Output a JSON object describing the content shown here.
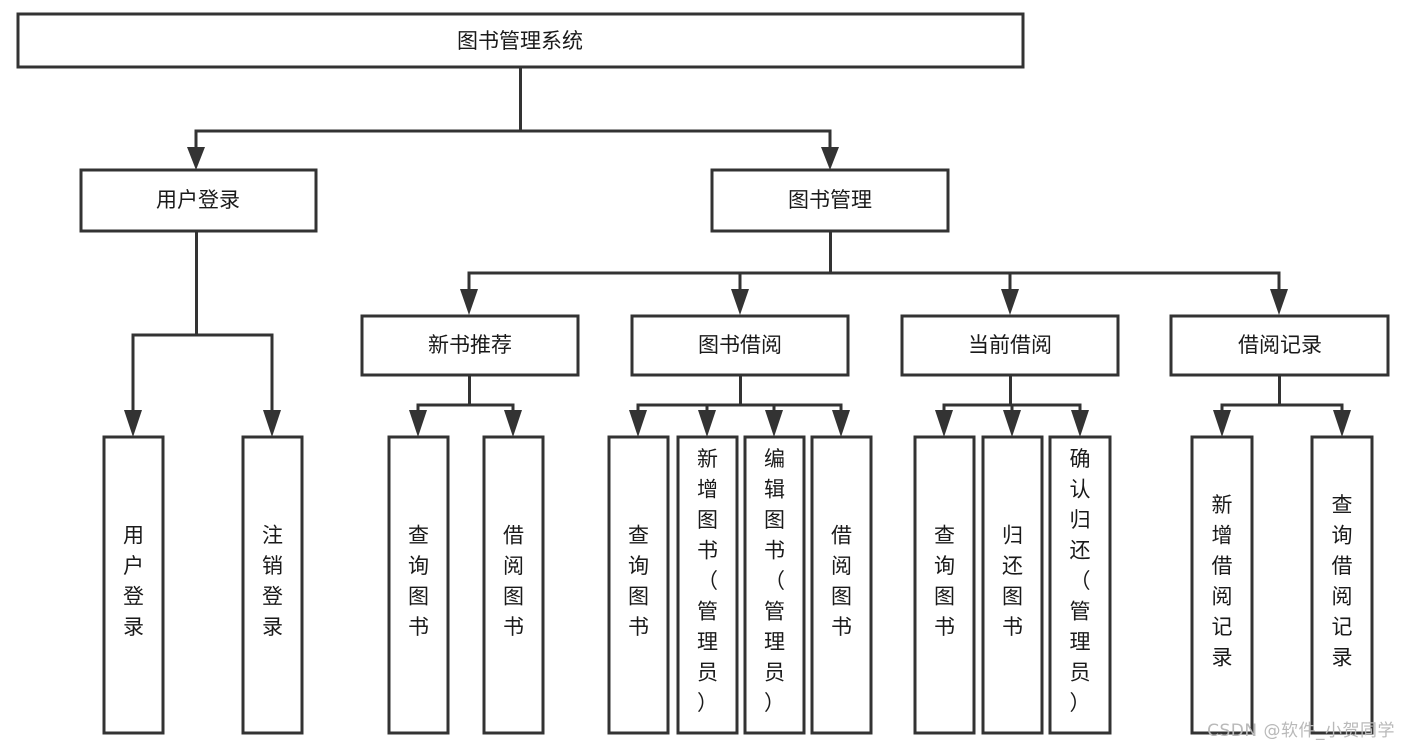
{
  "diagram": {
    "type": "tree-hierarchy-chart",
    "title": "图书管理系统",
    "watermark": "CSDN @软件_小贺同学",
    "colors": {
      "box_stroke": "#333333",
      "box_fill": "#ffffff",
      "text": "#1a1a1a",
      "background": "#ffffff",
      "watermark": "#b9b9b9"
    },
    "levels": {
      "root": {
        "label": "图书管理系统"
      },
      "level2": [
        {
          "label": "用户登录"
        },
        {
          "label": "图书管理"
        }
      ],
      "level3": [
        {
          "label": "新书推荐"
        },
        {
          "label": "图书借阅"
        },
        {
          "label": "当前借阅"
        },
        {
          "label": "借阅记录"
        }
      ],
      "leaves": [
        {
          "label": "用户登录",
          "parent": "用户登录"
        },
        {
          "label": "注销登录",
          "parent": "用户登录"
        },
        {
          "label": "查询图书",
          "parent": "新书推荐"
        },
        {
          "label": "借阅图书",
          "parent": "新书推荐"
        },
        {
          "label": "查询图书",
          "parent": "图书借阅"
        },
        {
          "label": "新增图书（管理员）",
          "parent": "图书借阅"
        },
        {
          "label": "编辑图书（管理员）",
          "parent": "图书借阅"
        },
        {
          "label": "借阅图书",
          "parent": "图书借阅"
        },
        {
          "label": "查询图书",
          "parent": "当前借阅"
        },
        {
          "label": "归还图书",
          "parent": "当前借阅"
        },
        {
          "label": "确认归还（管理员）",
          "parent": "当前借阅"
        },
        {
          "label": "新增借阅记录",
          "parent": "借阅记录"
        },
        {
          "label": "查询借阅记录",
          "parent": "借阅记录"
        }
      ]
    }
  }
}
